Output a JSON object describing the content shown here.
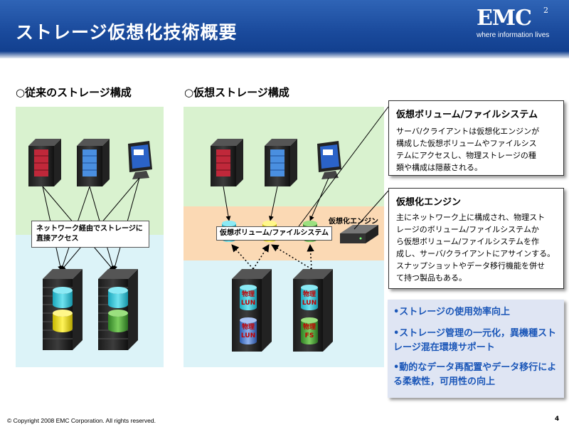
{
  "slide": {
    "title": "ストレージ仮想化技術概要",
    "page_number": "4"
  },
  "logo": {
    "text": "EMC",
    "superscript": "2",
    "tagline": "where information lives"
  },
  "footer": {
    "copyright": "© Copyright 2008 EMC Corporation. All rights reserved."
  },
  "left_section": {
    "heading": "○従来のストレージ構成",
    "callout": "ネットワーク経由でストレージに直接アクセス"
  },
  "middle_section": {
    "heading": "○仮想ストレージ構成",
    "virtual_volume_label": "仮想ボリューム/ファイルシステム",
    "engine_label": "仮想化エンジン",
    "storage_labels": {
      "a_top": [
        "物理",
        "LUN"
      ],
      "a_bottom": [
        "物理",
        "LUN"
      ],
      "b_top": [
        "物理",
        "LUN"
      ],
      "b_bottom": [
        "物理",
        "FS"
      ]
    }
  },
  "info_boxes": [
    {
      "title": "仮想ボリューム/ファイルシステム",
      "body": [
        "サーバ/クライアントは仮想化エンジンが",
        "構成した仮想ボリュームやファイルシス",
        "テムにアクセスし、物理ストレージの種",
        "類や構成は隠蔽される。"
      ]
    },
    {
      "title": "仮想化エンジン",
      "body": [
        "主にネットワーク上に構成され、物理スト",
        "レージのボリューム/ファイルシステムか",
        "ら仮想ボリューム/ファイルシステムを作",
        "成し、サーバ/クライアントにアサインする。",
        "スナップショットやデータ移行機能を併せ",
        "て持つ製品もある。"
      ]
    }
  ],
  "benefits": [
    "•ストレージの使用効率向上",
    "•ストレージ管理の一元化，異機種ストレージ混在環境サポート",
    "•動的なデータ再配置やデータ移行による柔軟性，可用性の向上"
  ],
  "colors": {
    "header_blue": "#1a4a9c",
    "server_red": "#c0283a",
    "server_blue": "#4a8fe0",
    "disk_cyan": "#33c3d6",
    "disk_yellow": "#f2e200",
    "disk_green": "#49a63a",
    "disk_blue": "#4a7cd0",
    "benefit_text": "#1a56b8"
  }
}
